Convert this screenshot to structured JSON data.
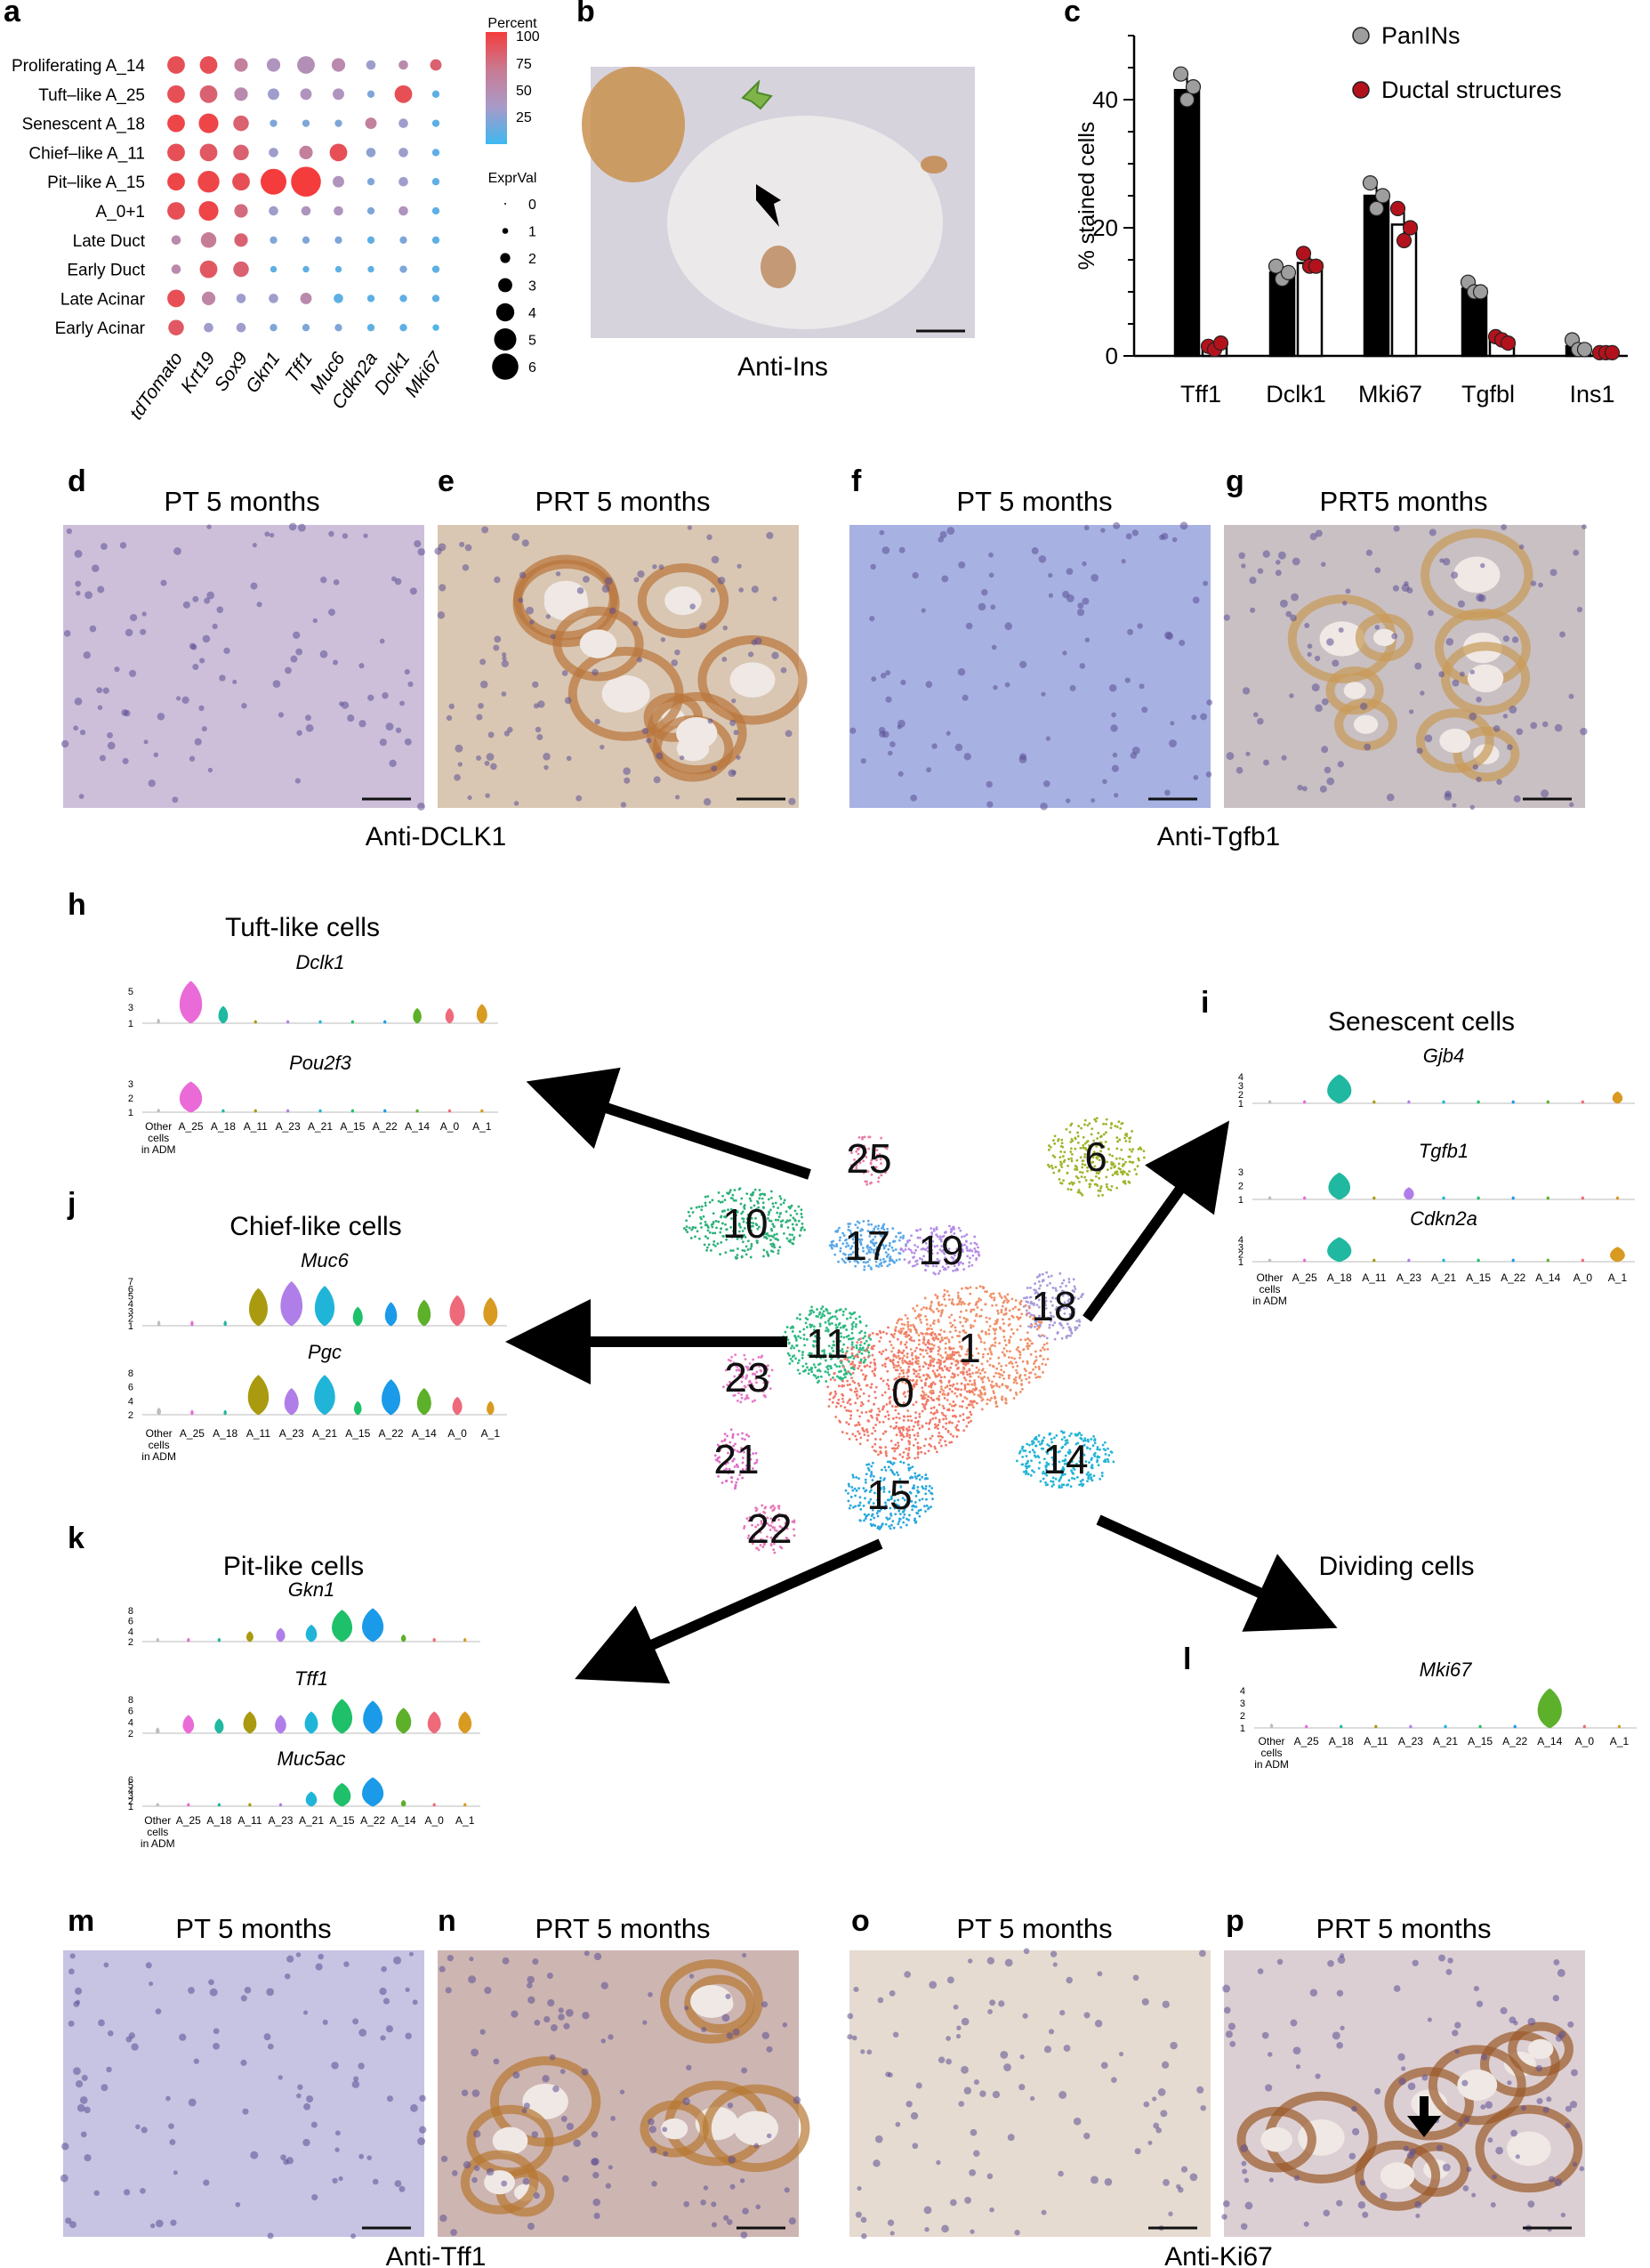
{
  "panels": {
    "a": "a",
    "b": "b",
    "c": "c",
    "d": "d",
    "e": "e",
    "f": "f",
    "g": "g",
    "h": "h",
    "i": "i",
    "j": "j",
    "k": "k",
    "l": "l",
    "m": "m",
    "n": "n",
    "o": "o",
    "p": "p"
  },
  "images": {
    "b": {
      "caption": "Anti-Ins"
    },
    "d": {
      "title": "PT 5 months",
      "tone": "#cdbfd9"
    },
    "e": {
      "title": "PRT 5 months",
      "tone": "#d9c7b3"
    },
    "f": {
      "title": "PT 5 months",
      "tone": "#a7b2e2"
    },
    "g": {
      "title": "PRT5 months",
      "tone": "#c9c0c4"
    },
    "m": {
      "title": "PT  5 months",
      "tone": "#c6c4e2"
    },
    "n": {
      "title": "PRT 5 months",
      "tone": "#cdb5b2"
    },
    "o": {
      "title": "PT  5 months",
      "tone": "#e6dbd0"
    },
    "p": {
      "title": "PRT 5 months",
      "tone": "#dccfd3"
    }
  },
  "captions": {
    "de": "Anti-DCLK1",
    "fg": "Anti-Tgfb1",
    "mn": "Anti-Tff1",
    "op": "Anti-Ki67"
  },
  "chart_data": [
    {
      "panel": "a",
      "type": "dotplot",
      "rows": [
        "Proliferating A_14",
        "Tuft–like A_25",
        "Senescent A_18",
        "Chief–like A_11",
        "Pit–like A_15",
        "A_0+1",
        "Late Duct",
        "Early Duct",
        "Late Acinar",
        "Early Acinar"
      ],
      "genes": [
        "tdTomato",
        "Krt19",
        "Sox9",
        "Gkn1",
        "Tff1",
        "Muc6",
        "Cdkn2a",
        "Dclk1",
        "Mki67"
      ],
      "expr": [
        [
          3,
          3,
          2,
          2,
          3,
          2,
          1,
          1,
          1.5
        ],
        [
          3,
          3,
          2,
          1.5,
          1.5,
          1.5,
          0.5,
          3,
          0.5
        ],
        [
          3,
          3.5,
          2.5,
          0.5,
          0.5,
          0.5,
          1.5,
          1,
          0.5
        ],
        [
          3,
          3,
          2.5,
          1,
          2,
          3,
          1,
          1,
          0.5
        ],
        [
          3,
          4,
          3,
          5,
          6,
          1.5,
          0.5,
          1,
          0.5
        ],
        [
          3,
          3.5,
          2,
          1,
          1,
          1,
          0.5,
          1,
          0.5
        ],
        [
          1,
          2.5,
          2,
          0.5,
          0.5,
          0.5,
          0.5,
          0.5,
          0.5
        ],
        [
          1,
          3,
          2.5,
          0.3,
          0.3,
          0.3,
          0.3,
          0.5,
          0.5
        ],
        [
          3,
          2,
          1,
          1,
          1.5,
          1,
          0.5,
          0.5,
          0.5
        ],
        [
          2.5,
          1,
          1,
          0.5,
          0.5,
          0.5,
          0.5,
          0.5,
          0.3
        ]
      ],
      "percent": [
        [
          90,
          90,
          60,
          40,
          45,
          50,
          30,
          50,
          80
        ],
        [
          90,
          80,
          50,
          30,
          40,
          40,
          20,
          90,
          10
        ],
        [
          95,
          95,
          80,
          20,
          20,
          20,
          60,
          30,
          10
        ],
        [
          90,
          85,
          80,
          30,
          60,
          90,
          25,
          30,
          10
        ],
        [
          95,
          95,
          90,
          100,
          100,
          40,
          20,
          30,
          10
        ],
        [
          90,
          95,
          75,
          30,
          40,
          40,
          20,
          40,
          10
        ],
        [
          50,
          65,
          80,
          20,
          20,
          20,
          10,
          20,
          10
        ],
        [
          50,
          85,
          80,
          10,
          10,
          10,
          10,
          20,
          10
        ],
        [
          90,
          55,
          30,
          30,
          50,
          10,
          10,
          10,
          10
        ],
        [
          85,
          30,
          30,
          20,
          20,
          20,
          10,
          10,
          5
        ]
      ],
      "percent_legend": {
        "title": "Percent",
        "ticks": [
          100,
          75,
          50,
          25
        ],
        "colors": [
          "#f43c3c",
          "#c97a92",
          "#a99ac8",
          "#3eb8f0"
        ]
      },
      "size_legend": {
        "title": "ExprVal",
        "ticks": [
          0,
          1,
          2,
          3,
          4,
          5,
          6
        ]
      }
    },
    {
      "panel": "c",
      "type": "bar",
      "categories": [
        "Tff1",
        "Dclk1",
        "Mki67",
        "Tgfbl",
        "Ins1"
      ],
      "series": [
        {
          "name": "PanINs",
          "values": [
            41.5,
            13,
            25,
            10.5,
            1.5
          ],
          "fill": "#000000",
          "point_color": "#9e9e9e"
        },
        {
          "name": "Ductal structures",
          "values": [
            1.5,
            14.5,
            20.5,
            2.5,
            0.5
          ],
          "fill": "#ffffff",
          "point_color": "#b3121c"
        }
      ],
      "points": [
        [
          [
            44,
            40,
            42
          ],
          [
            1.5,
            1,
            2
          ]
        ],
        [
          [
            14,
            12,
            13
          ],
          [
            16,
            14,
            14
          ]
        ],
        [
          [
            27,
            23,
            25
          ],
          [
            23,
            18,
            20
          ]
        ],
        [
          [
            11.5,
            10,
            10
          ],
          [
            3,
            2.5,
            2
          ]
        ],
        [
          [
            2.5,
            1,
            1
          ],
          [
            0.5,
            0.5,
            0.5
          ]
        ]
      ],
      "ylabel": "% stained cells",
      "ylim": [
        0,
        50
      ],
      "yticks": [
        0,
        20,
        40
      ],
      "legend": "top-right"
    },
    {
      "panel": "umap",
      "type": "scatter",
      "clusters": [
        {
          "label": "25",
          "color": "#e87aa8"
        },
        {
          "label": "6",
          "color": "#9db52a"
        },
        {
          "label": "10",
          "color": "#2fb17a"
        },
        {
          "label": "17",
          "color": "#5aa8e8"
        },
        {
          "label": "19",
          "color": "#b58ee6"
        },
        {
          "label": "18",
          "color": "#a99ad8"
        },
        {
          "label": "11",
          "color": "#2fba82"
        },
        {
          "label": "1",
          "color": "#f0906a"
        },
        {
          "label": "0",
          "color": "#f07a6a"
        },
        {
          "label": "23",
          "color": "#e47ac8"
        },
        {
          "label": "21",
          "color": "#e070c8"
        },
        {
          "label": "14",
          "color": "#23b4d6"
        },
        {
          "label": "15",
          "color": "#2aa8dc"
        },
        {
          "label": "22",
          "color": "#e678b8"
        }
      ]
    },
    {
      "panel": "violins",
      "type": "violin",
      "groups": {
        "h": {
          "title": "Tuft-like cells",
          "genes": [
            "Dclk1",
            "Pou2f3"
          ],
          "categories": [
            "Other cells in ADM",
            "A_25",
            "A_18",
            "A_11",
            "A_23",
            "A_21",
            "A_15",
            "A_22",
            "A_14",
            "A_0",
            "A_1"
          ]
        },
        "i": {
          "title": "Senescent cells",
          "genes": [
            "Gjb4",
            "Tgfb1",
            "Cdkn2a"
          ],
          "categories": [
            "Other cells in ADM",
            "A_25",
            "A_18",
            "A_11",
            "A_23",
            "A_21",
            "A_15",
            "A_22",
            "A_14",
            "A_0",
            "A_1"
          ]
        },
        "j": {
          "title": "Chief-like cells",
          "genes": [
            "Muc6",
            "Pgc"
          ],
          "categories": [
            "Other cells in ADM",
            "A_25",
            "A_18",
            "A_11",
            "A_23",
            "A_21",
            "A_15",
            "A_22",
            "A_14",
            "A_0",
            "A_1"
          ]
        },
        "k": {
          "title": "Pit-like cells",
          "genes": [
            "Gkn1",
            "Tff1",
            "Muc5ac"
          ],
          "categories": [
            "Other cells in ADM",
            "A_25",
            "A_18",
            "A_11",
            "A_23",
            "A_21",
            "A_15",
            "A_22",
            "A_14",
            "A_0",
            "A_1"
          ]
        },
        "l": {
          "title": "Dividing cells",
          "genes": [
            "Mki67"
          ],
          "categories": [
            "Other cells in ADM",
            "A_25",
            "A_18",
            "A_11",
            "A_23",
            "A_21",
            "A_15",
            "A_22",
            "A_14",
            "A_0",
            "A_1"
          ]
        }
      },
      "palette": [
        "#bdbdbd",
        "#ea6ad8",
        "#20b8a0",
        "#a99a10",
        "#b07ee8",
        "#20b4d8",
        "#1ec06a",
        "#1a9ae8",
        "#5db02a",
        "#ee6a7a",
        "#d99a22"
      ]
    }
  ]
}
